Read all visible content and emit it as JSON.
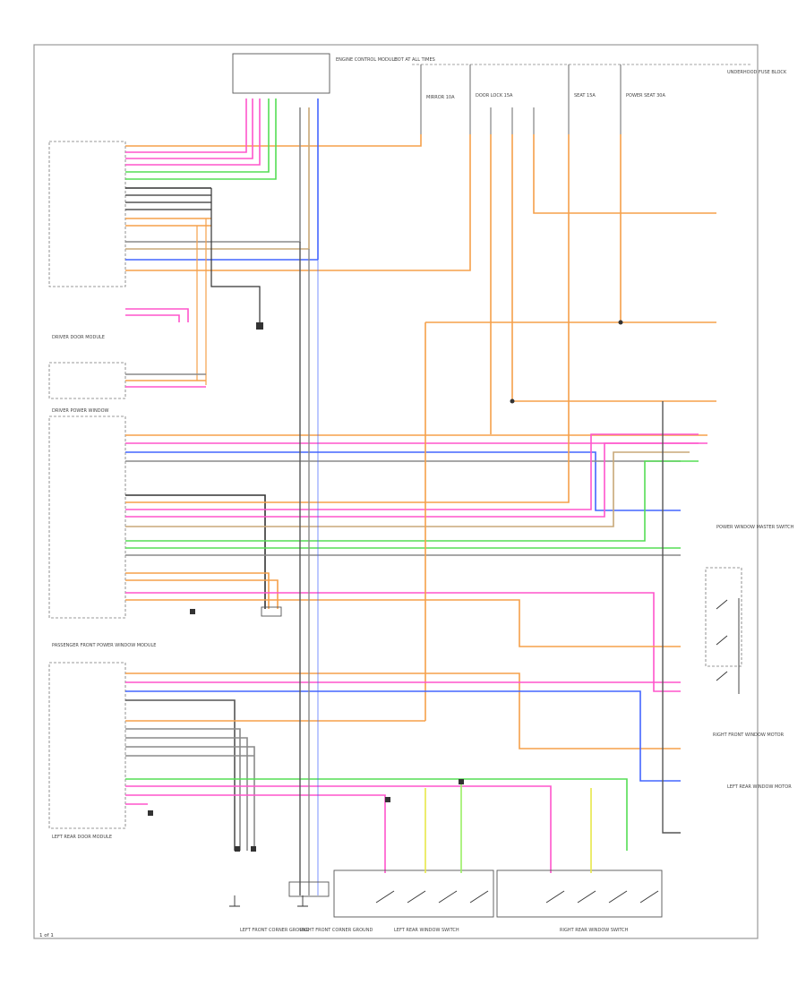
{
  "diagram": {
    "page_number": "1",
    "page_total": "1",
    "top_labels": {
      "engine_module": "ENGINE CONTROL MODULE",
      "hot_at_all_times": "HOT AT ALL TIMES",
      "fuse_block": "UNDERHOOD FUSE BLOCK",
      "fuse_labels": [
        "MIRROR 10A",
        "DOOR LOCK 15A",
        "SEAT 15A",
        "POWER SEAT 30A"
      ]
    },
    "left_components": {
      "driver_door": "DRIVER DOOR MODULE",
      "driver_window": "DRIVER POWER WINDOW",
      "passenger_module": "PASSENGER FRONT POWER WINDOW MODULE",
      "lr_door": "LEFT REAR DOOR MODULE"
    },
    "bottom_components": {
      "c1": "LEFT FRONT CORNER GROUND",
      "c2": "RIGHT FRONT CORNER GROUND",
      "c3": "LEFT REAR WINDOW SWITCH",
      "c4": "RIGHT REAR WINDOW SWITCH"
    },
    "right_components": {
      "r1": "POWER WINDOW MASTER SWITCH",
      "r2": "RIGHT FRONT WINDOW MOTOR",
      "r3": "LEFT REAR WINDOW MOTOR"
    },
    "wire_colors": {
      "orange": "#f5a04a",
      "pink": "#ff55cc",
      "green": "#55dd55",
      "yellow": "#e8e84a",
      "blue": "#4466ff",
      "gray": "#8a8a8a",
      "dark": "#333333",
      "tan": "#c8a878",
      "lime": "#99ee66"
    }
  }
}
